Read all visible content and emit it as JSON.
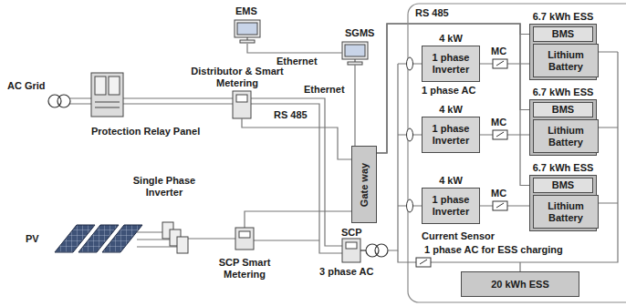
{
  "diagram": {
    "nodes": [
      {
        "text": [
          "Gate way"
        ]
      },
      {
        "text": [
          "4 kW",
          "1 phase Inverter"
        ]
      },
      {
        "text": [
          "4 kW",
          "1 phase Inverter"
        ]
      },
      {
        "text": [
          "4 kW",
          "1 phase Inverter"
        ]
      },
      {
        "text": [
          "6.7 kWh ESS"
        ]
      },
      {
        "text": [
          "BMS"
        ],
        "in": 4
      },
      {
        "text": [
          "Lithium Battery"
        ],
        "in": 4
      },
      {
        "text": [
          "6.7 kWh ESS"
        ]
      },
      {
        "text": [
          "BMS"
        ],
        "in": 7
      },
      {
        "text": [
          "Lithium Battery"
        ],
        "in": 7
      },
      {
        "text": [
          "6.7 kWh ESS"
        ]
      },
      {
        "text": [
          "BMS"
        ],
        "in": 10
      },
      {
        "text": [
          "Lithium Battery"
        ],
        "in": 10
      },
      {
        "text": [
          "20 kWh ESS"
        ]
      }
    ],
    "edges": [
      {
        "from": 0,
        "to": 4,
        "arrow": "none"
      },
      {
        "from": 0,
        "to": 7,
        "arrow": "none"
      },
      {
        "from": 0,
        "to": 10,
        "arrow": "none"
      },
      {
        "from": 1,
        "to": 4,
        "arrow": "none"
      },
      {
        "from": 2,
        "to": 7,
        "arrow": "none"
      },
      {
        "from": 3,
        "to": 10,
        "arrow": "none"
      }
    ],
    "labels": [
      "EMS",
      "SGMS",
      "Ethernet",
      "Ethernet",
      "RS 485",
      "RS 485",
      "AC Grid",
      "Protection Relay Panel",
      "Distributor & Smart Metering",
      "Single Phase Inverter",
      "PV",
      "SCP Smart Metering",
      "SCP",
      "3 phase AC",
      "1 phase AC",
      "MC",
      "MC",
      "MC",
      "Current Sensor",
      "1 phase AC for ESS charging"
    ]
  }
}
